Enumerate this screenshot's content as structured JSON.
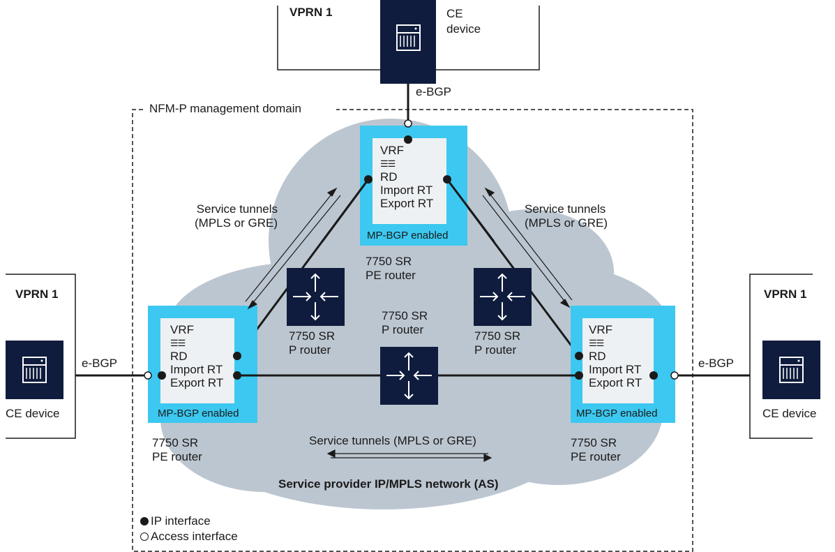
{
  "vprn_label": "VPRN 1",
  "ce_top_label": [
    "CE",
    "device"
  ],
  "ce_side_label": "CE device",
  "ebgp_label": "e-BGP",
  "domain_label": "NFM-P management domain",
  "vrf_lines": [
    "VRF",
    "☰☰",
    "RD",
    "Import RT",
    "Export RT"
  ],
  "mp_bgp_label": "MP-BGP enabled",
  "pe_router_label": [
    "7750 SR",
    "PE router"
  ],
  "p_router_label": [
    "7750 SR",
    "P router"
  ],
  "service_tunnels_label": [
    "Service tunnels",
    "(MPLS or GRE)"
  ],
  "service_tunnels_bottom": "Service tunnels (MPLS or GRE)",
  "network_label": "Service provider IP/MPLS network (AS)",
  "legend": {
    "ip": "IP interface",
    "access": "Access interface"
  },
  "colors": {
    "cloud": "#bcc6d0",
    "pe_box": "#3cc8f0",
    "vrf_panel": "#eef1f3",
    "device": "#0f1c3d",
    "line": "#1a1a1a"
  }
}
